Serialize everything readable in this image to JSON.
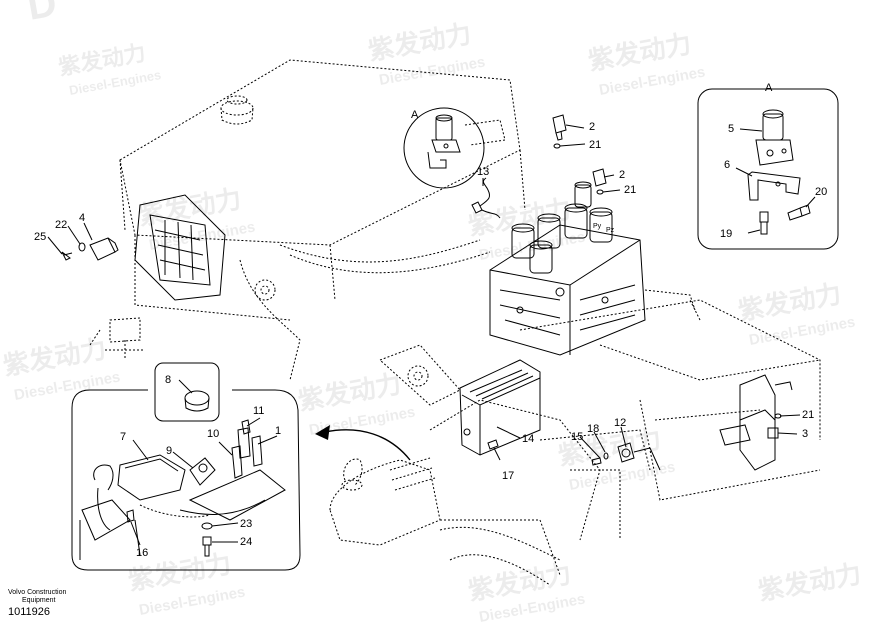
{
  "watermark": {
    "brand": "紫发动力",
    "sub": "Diesel-Engines"
  },
  "callouts": [
    "1",
    "2",
    "3",
    "4",
    "5",
    "6",
    "7",
    "8",
    "9",
    "10",
    "11",
    "12",
    "13",
    "14",
    "15",
    "16",
    "17",
    "18",
    "19",
    "20",
    "21",
    "22",
    "23",
    "24",
    "25"
  ],
  "detail_label": "A",
  "valve_ports": [
    "Py",
    "Pz"
  ],
  "footer": {
    "company_line1": "Volvo Construction",
    "company_line2": "Equipment",
    "doc_number": "1011926"
  }
}
